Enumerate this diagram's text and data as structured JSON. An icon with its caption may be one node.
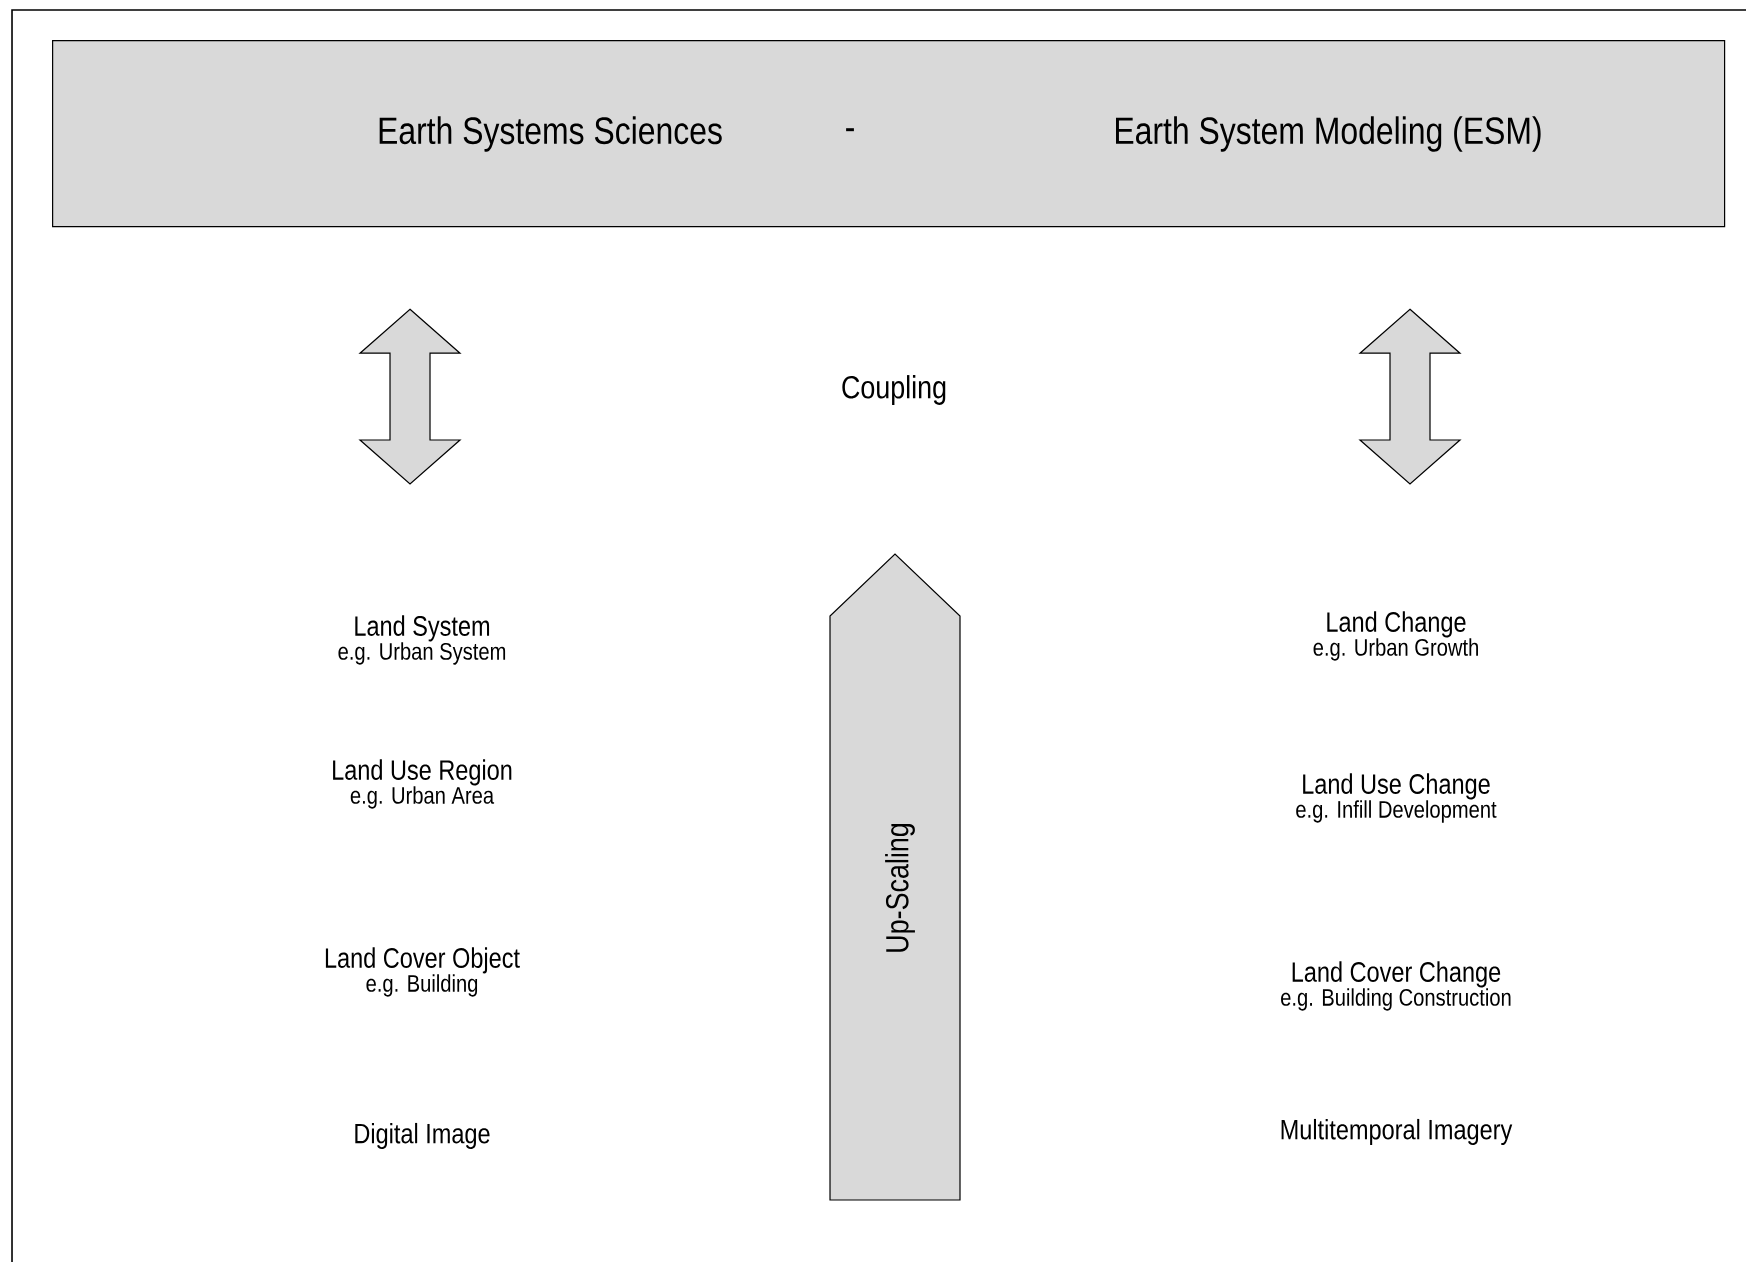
{
  "diagram": {
    "nodes": [
      {
        "text": [
          "Earth Systems Sciences",
          "-",
          "Earth System Modeling (ESM)"
        ]
      },
      {
        "text": [
          "Up-Scaling"
        ]
      },
      {
        "text": [
          "Land System",
          "e.g. Urban System"
        ]
      },
      {
        "text": [
          "Land Change",
          "e.g. Urban Growth"
        ]
      },
      {
        "text": [
          "Land Use Region",
          "e.g. Urban Area"
        ]
      },
      {
        "text": [
          "Land Use Change",
          "e.g. Infill Development"
        ]
      },
      {
        "text": [
          "Land Cover Object",
          "e.g. Building"
        ]
      },
      {
        "text": [
          "Land Cover Change",
          "e.g. Building Construction"
        ]
      },
      {
        "text": [
          "Digital Image"
        ]
      },
      {
        "text": [
          "Multitemporal Imagery"
        ]
      }
    ],
    "edges": [
      {
        "from": 0,
        "to": 2,
        "arrow": "both"
      },
      {
        "from": 0,
        "to": 3,
        "arrow": "both"
      }
    ],
    "labels": [
      "Coupling"
    ]
  }
}
